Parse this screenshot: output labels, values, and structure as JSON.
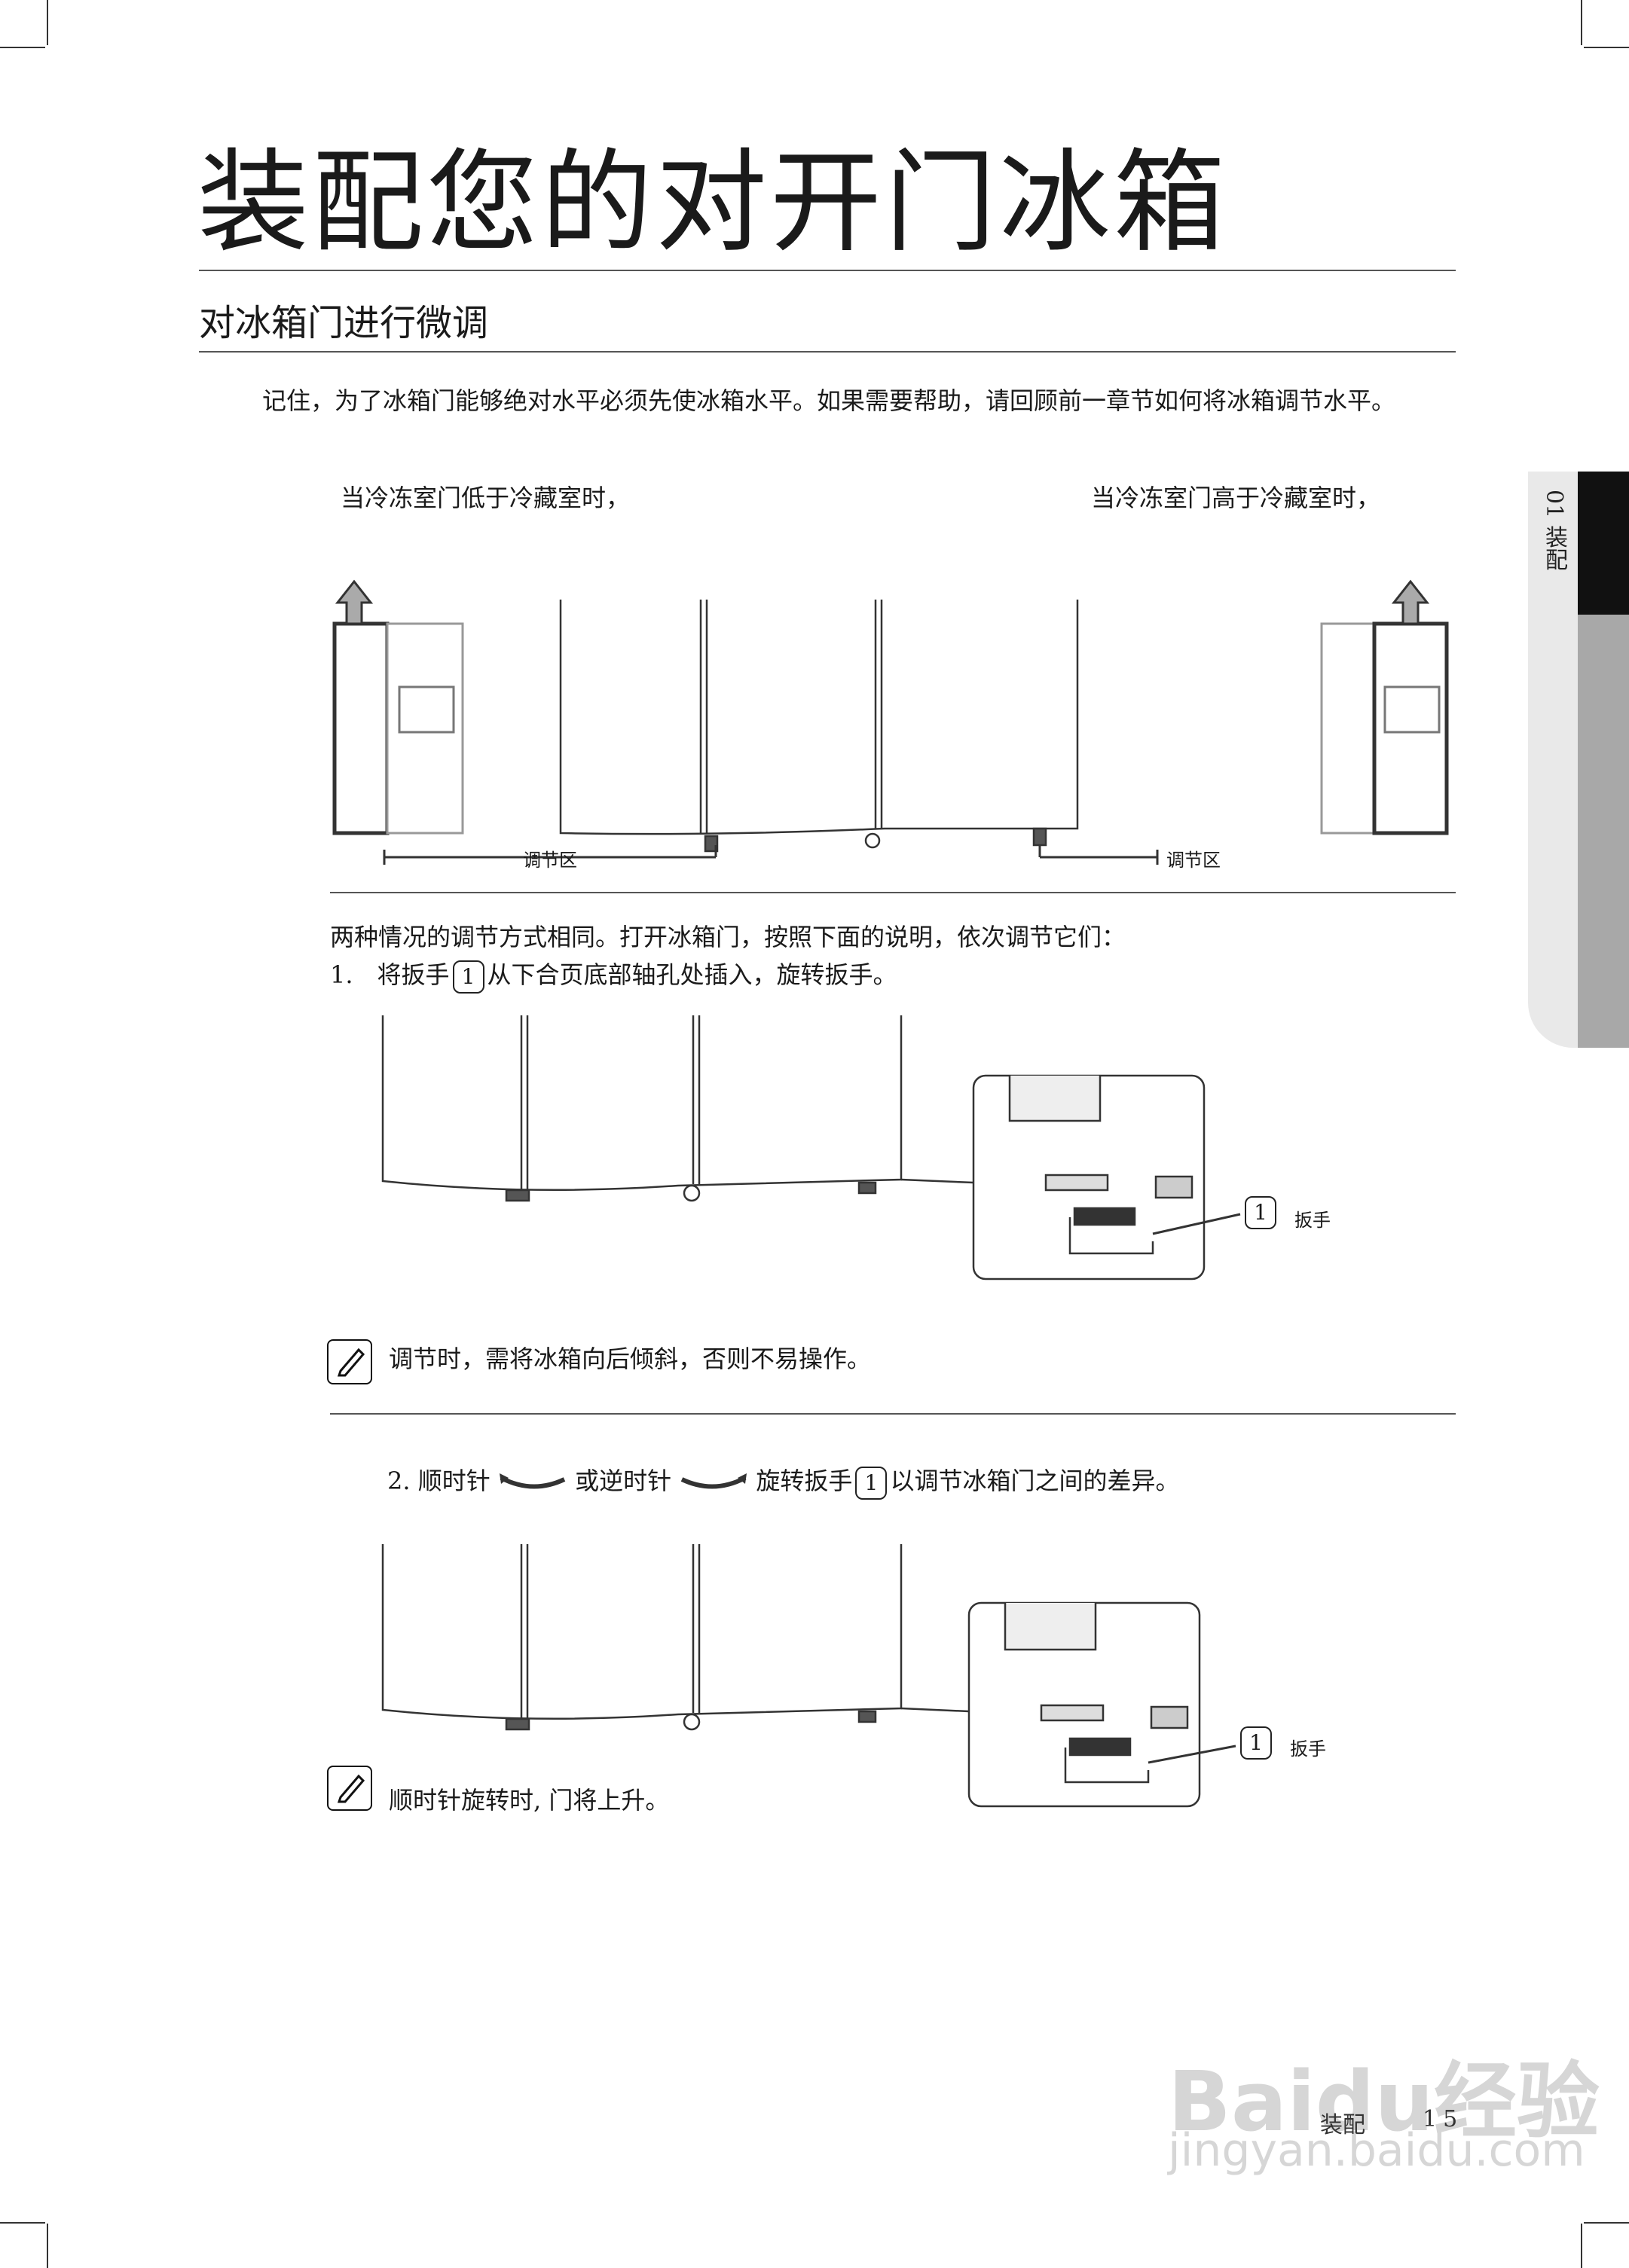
{
  "page": {
    "title": "装配您的对开门冰箱",
    "section_title": "对冰箱门进行微调",
    "intro": "记住，为了冰箱门能够绝对水平必须先使冰箱水平。如果需要帮助，请回顾前一章节如何将冰箱调节水平。",
    "case_left": "当冷冻室门低于冷藏室时，",
    "case_right": "当冷冻室门高于冷藏室时，",
    "zone_label": "调节区",
    "method_text": "两种情况的调节方式相同。打开冰箱门，按照下面的说明，依次调节它们：",
    "step1": {
      "prefix": "1.　将扳手",
      "number": "1",
      "suffix": "从下合页底部轴孔处插入，旋转扳手。"
    },
    "wrench_number": "1",
    "wrench_label": "扳手",
    "note1": "调节时，需将冰箱向后倾斜，否则不易操作。",
    "step2": {
      "prefix": "2. 顺时针",
      "middle": "或逆时针",
      "middle2": "旋转扳手",
      "number": "1",
      "suffix": "以调节冰箱门之间的差异。"
    },
    "note2": "顺时针旋转时, 门将上升。",
    "side_tab": "01 装配",
    "footer": {
      "section": "装配",
      "page_number": "15"
    },
    "watermark": {
      "brand": "Baidu经验",
      "url": "jingyan.baidu.com"
    }
  }
}
